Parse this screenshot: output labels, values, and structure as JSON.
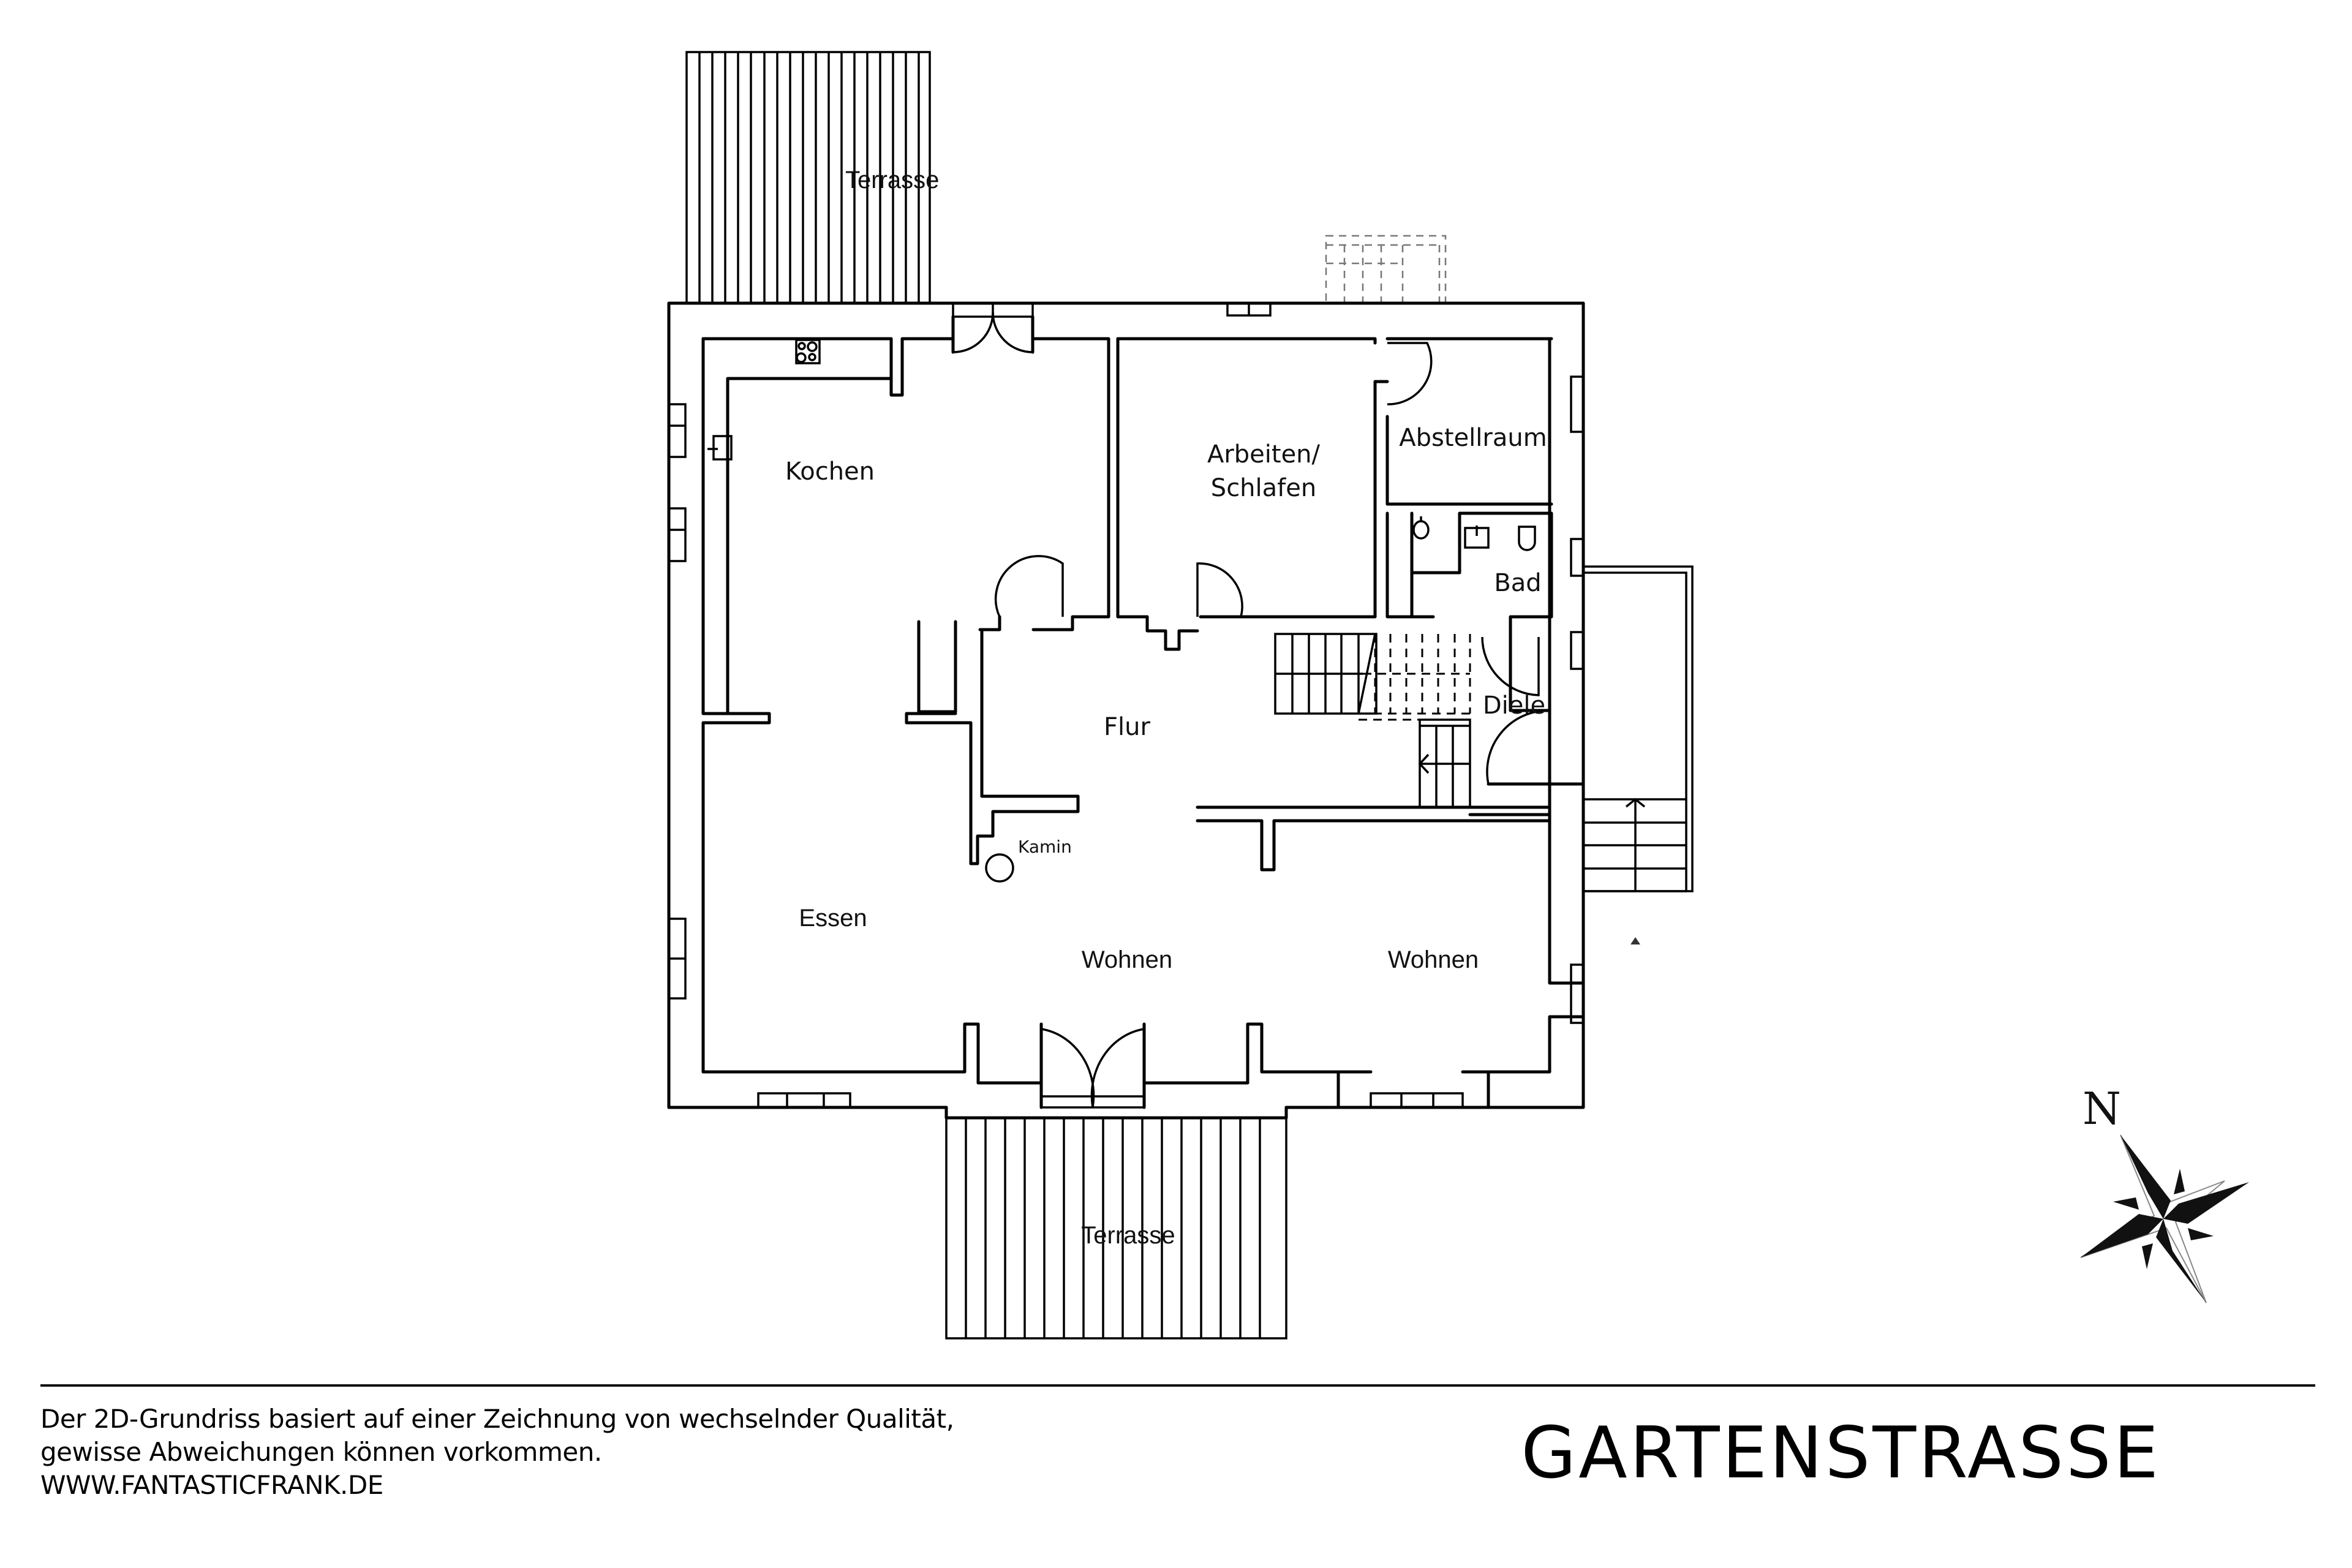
{
  "plan": {
    "rooms": {
      "terrace_top": "Terrasse",
      "kochen": "Kochen",
      "arbeiten_line1": "Arbeiten/",
      "arbeiten_line2": "Schlafen",
      "abstellraum": "Abstellraum",
      "bad": "Bad",
      "flur": "Flur",
      "diele": "Diele",
      "kamin": "Kamin",
      "essen": "Essen",
      "wohnen_center": "Wohnen",
      "wohnen_right": "Wohnen",
      "terrace_bottom": "Terrasse"
    },
    "compass": {
      "label": "N"
    },
    "colors": {
      "line": "#000000",
      "background": "#ffffff",
      "dashed_hint": "#777777"
    }
  },
  "footer": {
    "disclaimer_line1": "Der 2D-Grundriss basiert auf einer Zeichnung von wechselnder Qualität,",
    "disclaimer_line2": "gewisse Abweichungen können vorkommen.",
    "website": "WWW.FANTASTICFRANK.DE",
    "title": "GARTENSTRASSE"
  }
}
